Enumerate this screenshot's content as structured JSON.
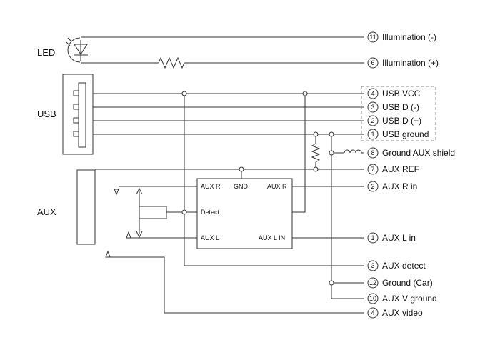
{
  "groups": {
    "led": "LED",
    "usb": "USB",
    "aux": "AUX"
  },
  "module": {
    "aux_r_left": "AUX R",
    "gnd": "GND",
    "aux_r_right": "AUX R",
    "detect": "Detect",
    "aux_l": "AUX L",
    "aux_l_in": "AUX L IN"
  },
  "terminals": [
    {
      "num": "11",
      "label": "Illumination (-)"
    },
    {
      "num": "6",
      "label": "Illumination (+)"
    },
    {
      "num": "4",
      "label": "USB VCC"
    },
    {
      "num": "3",
      "label": "USB D (-)"
    },
    {
      "num": "2",
      "label": "USB D (+)"
    },
    {
      "num": "1",
      "label": "USB ground"
    },
    {
      "num": "8",
      "label": "Ground AUX shield"
    },
    {
      "num": "7",
      "label": "AUX REF"
    },
    {
      "num": "2",
      "label": "AUX R in"
    },
    {
      "num": "1",
      "label": "AUX L in"
    },
    {
      "num": "3",
      "label": "AUX detect"
    },
    {
      "num": "12",
      "label": "Ground (Car)"
    },
    {
      "num": "10",
      "label": "AUX V ground"
    },
    {
      "num": "4",
      "label": "AUX video"
    }
  ]
}
